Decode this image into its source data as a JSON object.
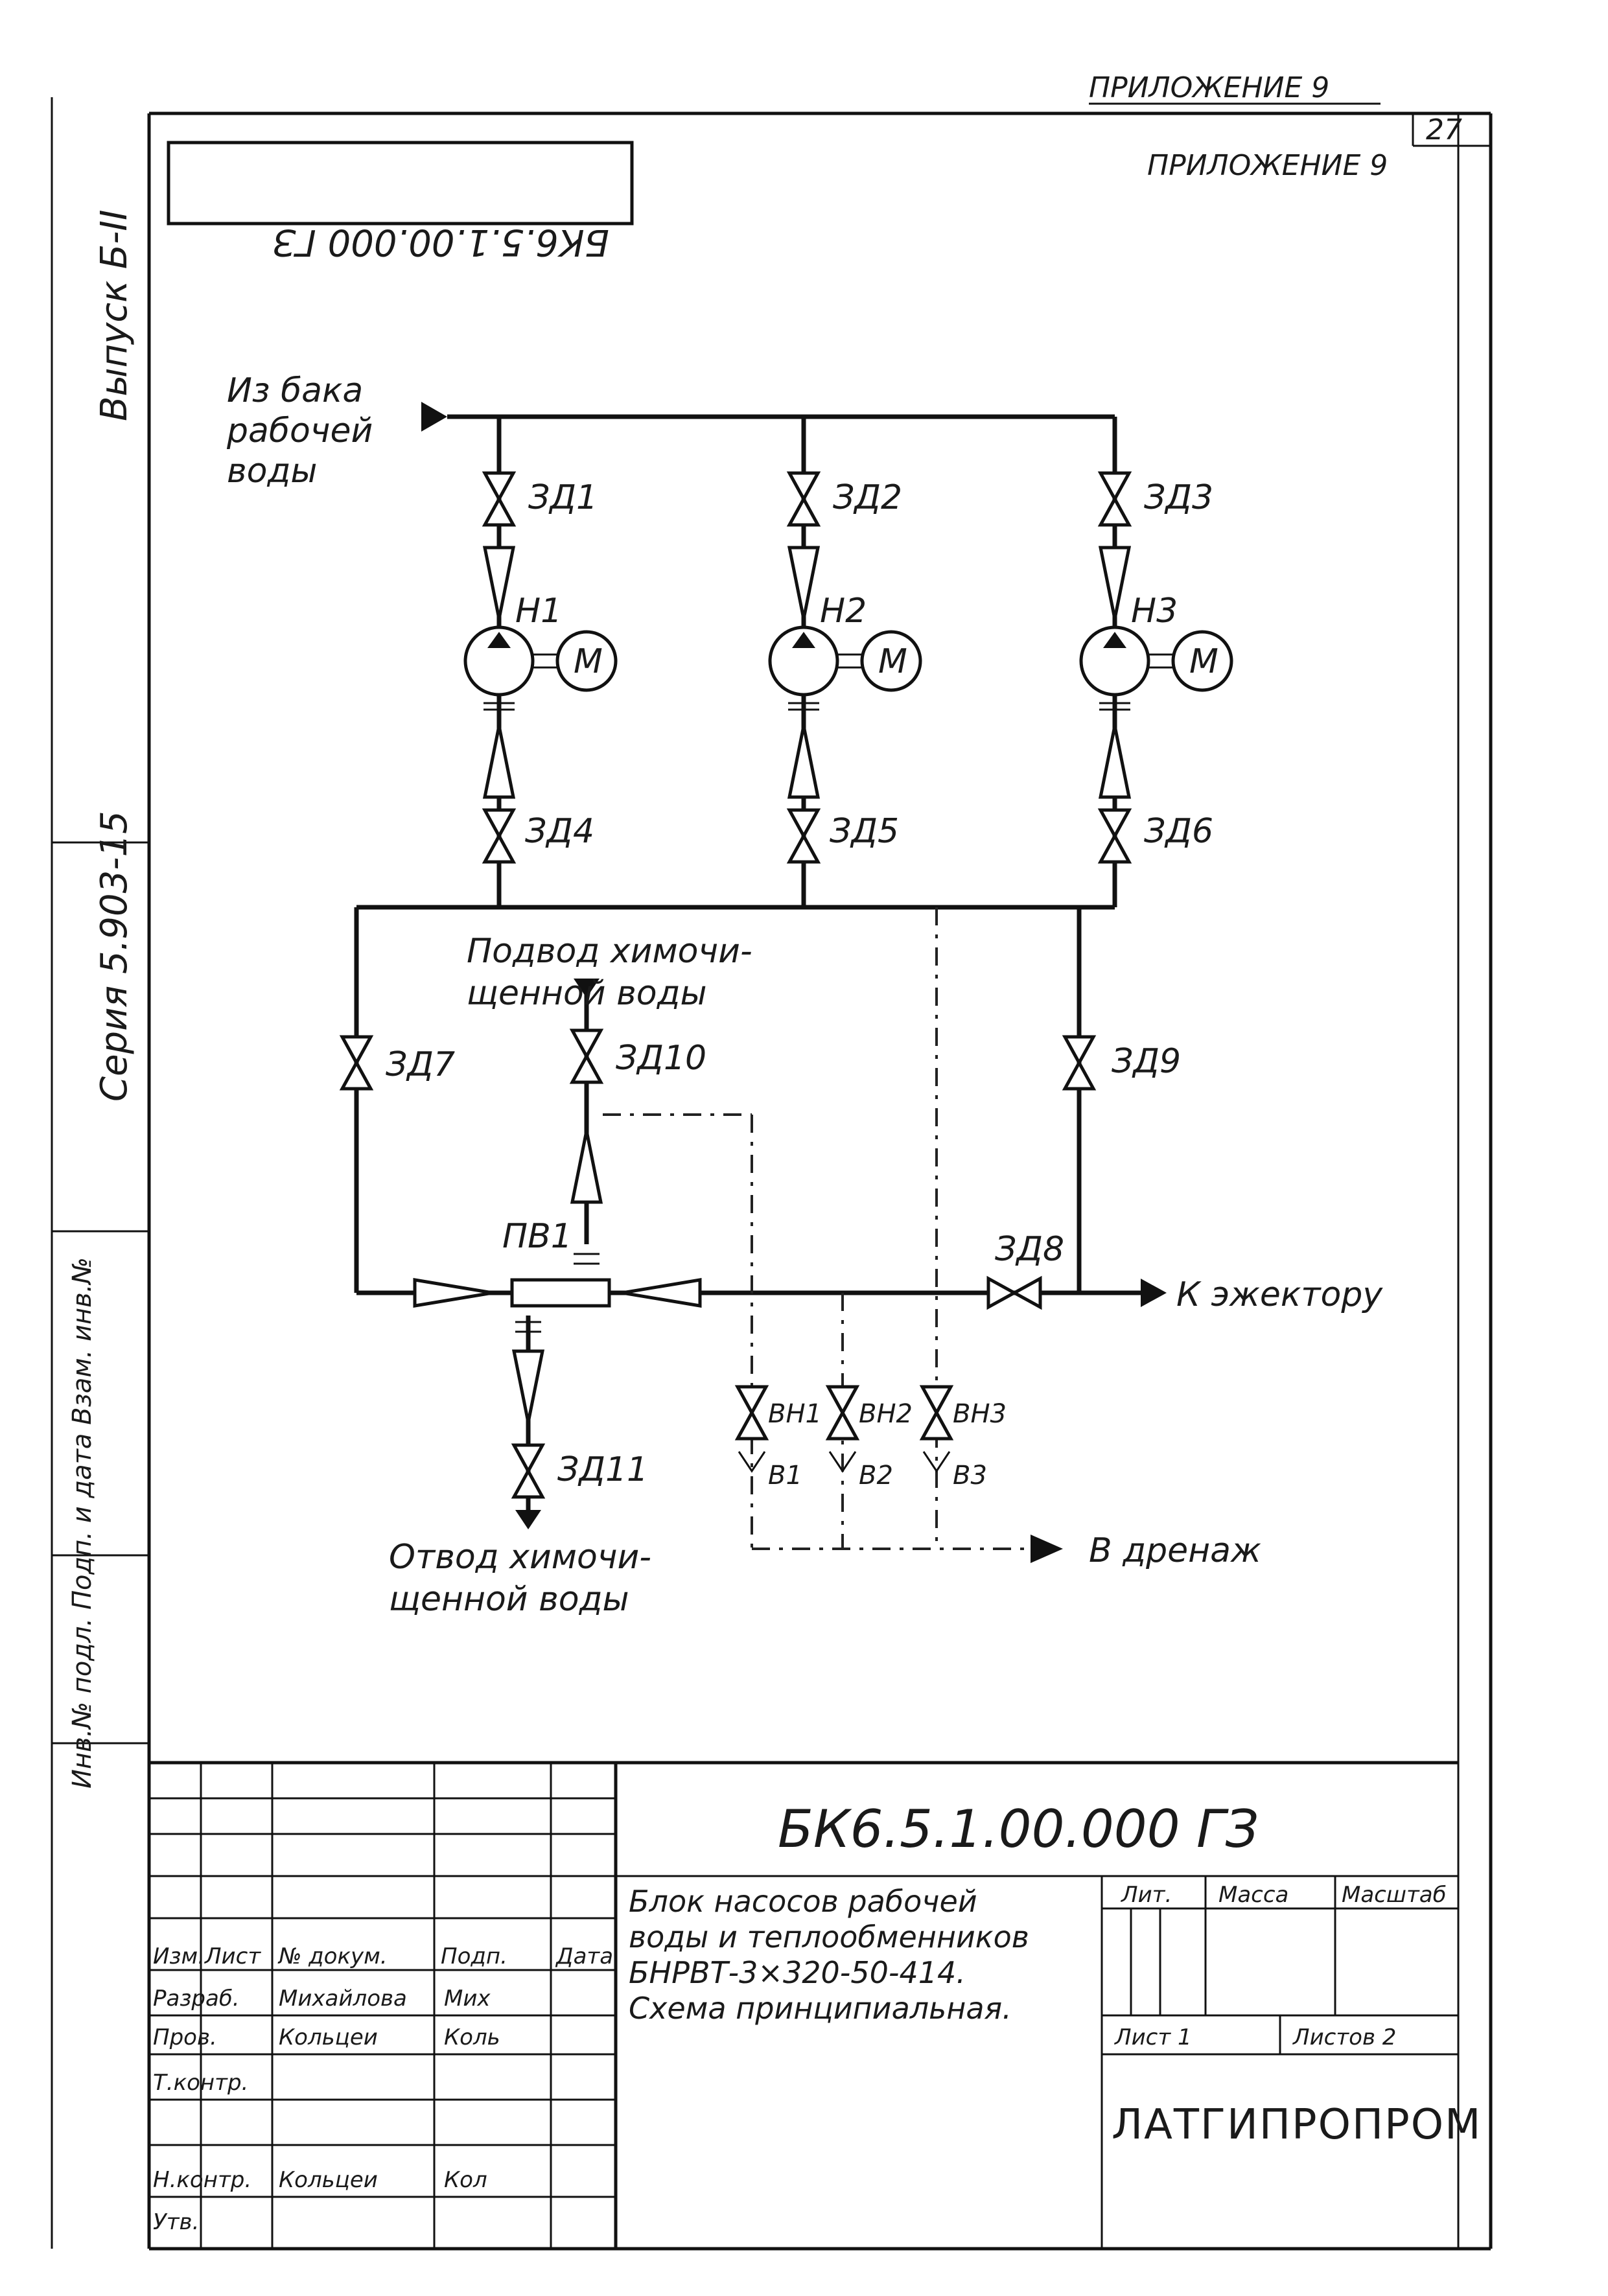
{
  "header": {
    "appendix_top": "ПРИЛОЖЕНИЕ 9",
    "sheet_no": "27",
    "appendix_inner": "ПРИЛОЖЕНИЕ 9",
    "stamp_mirrored": "БК6.5.1.00.000 ГЗ"
  },
  "side": {
    "issue": "Выпуск Б-II",
    "series": "Серия 5.903-15"
  },
  "labels": {
    "source": [
      "Из бака",
      "рабочей",
      "воды"
    ],
    "supply": [
      "Подвод химочи-",
      "щенной воды"
    ],
    "outlet": [
      "Отвод химочи-",
      "щенной воды"
    ],
    "ejector": "К эжектору",
    "drain": "В дренаж",
    "motor": "М"
  },
  "valves": {
    "zd1": "ЗД1",
    "zd2": "ЗД2",
    "zd3": "ЗД3",
    "zd4": "ЗД4",
    "zd5": "ЗД5",
    "zd6": "ЗД6",
    "zd7": "ЗД7",
    "zd8": "ЗД8",
    "zd9": "ЗД9",
    "zd10": "ЗД10",
    "zd11": "ЗД11",
    "vn1": "ВН1",
    "vn2": "ВН2",
    "vn3": "ВН3",
    "v1": "В1",
    "v2": "В2",
    "v3": "В3"
  },
  "pumps": {
    "h1": "Н1",
    "h2": "Н2",
    "h3": "Н3"
  },
  "heater": "ПВ1",
  "title_block": {
    "doc_code": "БК6.5.1.00.000 ГЗ",
    "title_lines": [
      "Блок насосов рабочей",
      "воды и теплообменников",
      "БНРВТ-3×320-50-414.",
      "Схема принципиальная."
    ],
    "col_heads": [
      "Изм.Лист",
      "№ докум.",
      "Подп.",
      "Дата"
    ],
    "roles": [
      "Разраб.",
      "Пров.",
      "Т.контр.",
      "Н.контр.",
      "Утв."
    ],
    "names": [
      "Михайлова",
      "Кольцеи",
      "Кольцеи"
    ],
    "signs": [
      "Мих",
      "Коль",
      "Кол"
    ],
    "lit": "Лит.",
    "mass": "Масса",
    "scale": "Масштаб",
    "sheet": "Лист 1",
    "sheets": "Листов 2",
    "org": "ЛАТГИПРОПРОМ"
  },
  "margin_text": "Инв.№ подл. Подп. и дата Взам. инв.№"
}
